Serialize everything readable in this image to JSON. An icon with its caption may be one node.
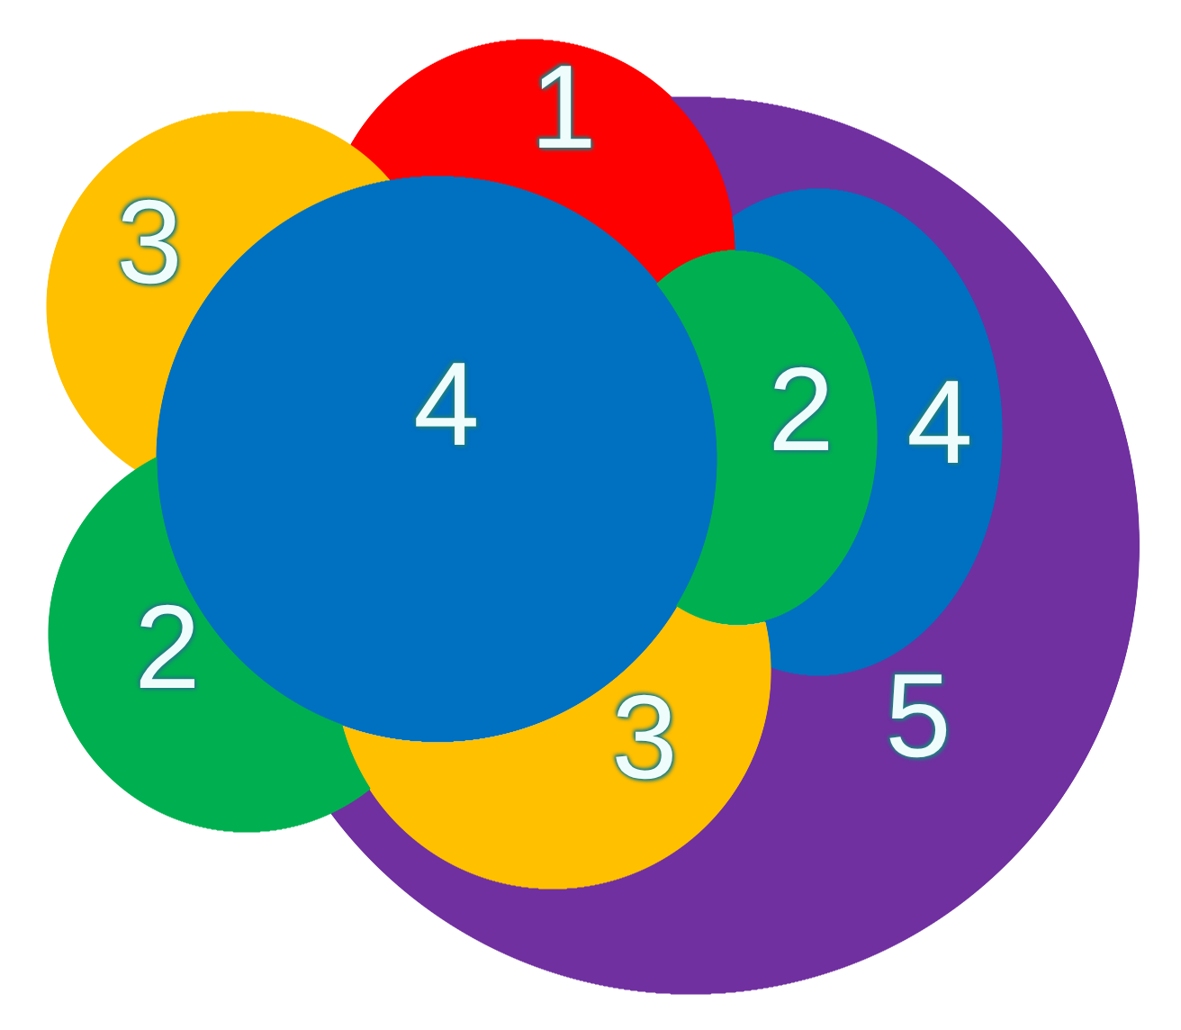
{
  "diagram": {
    "nodes": [
      {
        "text": [
          "1"
        ]
      },
      {
        "text": [
          "3"
        ]
      },
      {
        "text": [
          "4"
        ]
      },
      {
        "text": [
          "2"
        ],
        "in": 4
      },
      {
        "text": [
          "5"
        ]
      },
      {
        "text": [
          "4"
        ],
        "in": 4
      },
      {
        "text": [
          "2"
        ]
      },
      {
        "text": [
          "3"
        ],
        "in": 4
      }
    ]
  }
}
